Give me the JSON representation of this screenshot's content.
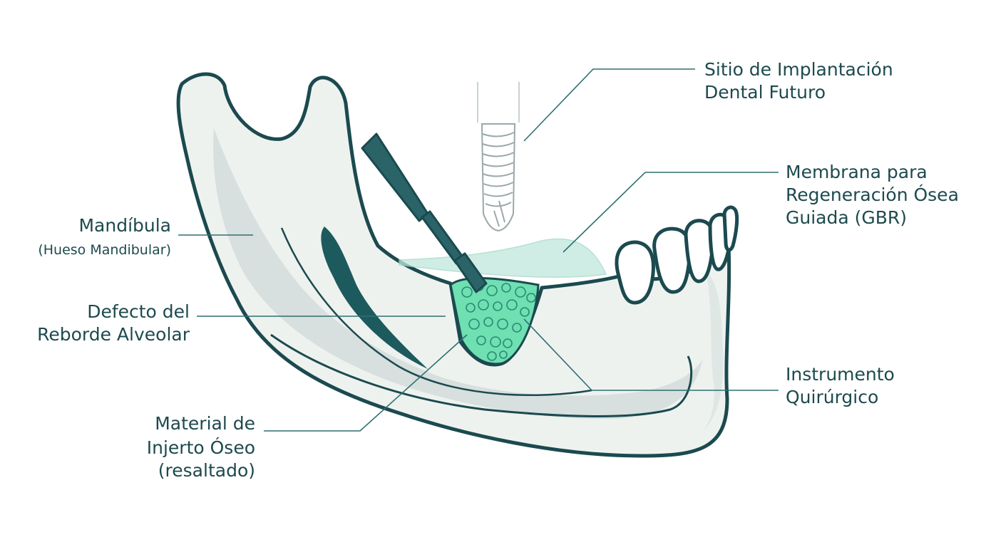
{
  "labels": {
    "implant_site": {
      "line1": "Sitio de Implantación",
      "line2": "Dental Futuro"
    },
    "membrane": {
      "line1": "Membrana para",
      "line2": "Regeneración Ósea",
      "line3": "Guiada (GBR)"
    },
    "mandible": {
      "line1": "Mandíbula",
      "line2": "(Hueso Mandibular)"
    },
    "ridge_defect": {
      "line1": "Defecto del",
      "line2": "Reborde Alveolar"
    },
    "instrument": {
      "line1": "Instrumento",
      "line2": "Quirúrgico"
    },
    "graft": {
      "line1": "Material de",
      "line2": "Injerto Óseo",
      "line3": "(resaltado)"
    }
  },
  "colors": {
    "outline": "#1b4a4f",
    "bone_fill": "#eef2ef",
    "bone_shadow": "#cfdad8",
    "canal": "#1c5a5e",
    "instrument": "#2a6468",
    "graft": "#6ee0b2",
    "membrane": "#bfe8dc",
    "implant": "#9aa8aa",
    "label_text": "#1d4a4e"
  }
}
